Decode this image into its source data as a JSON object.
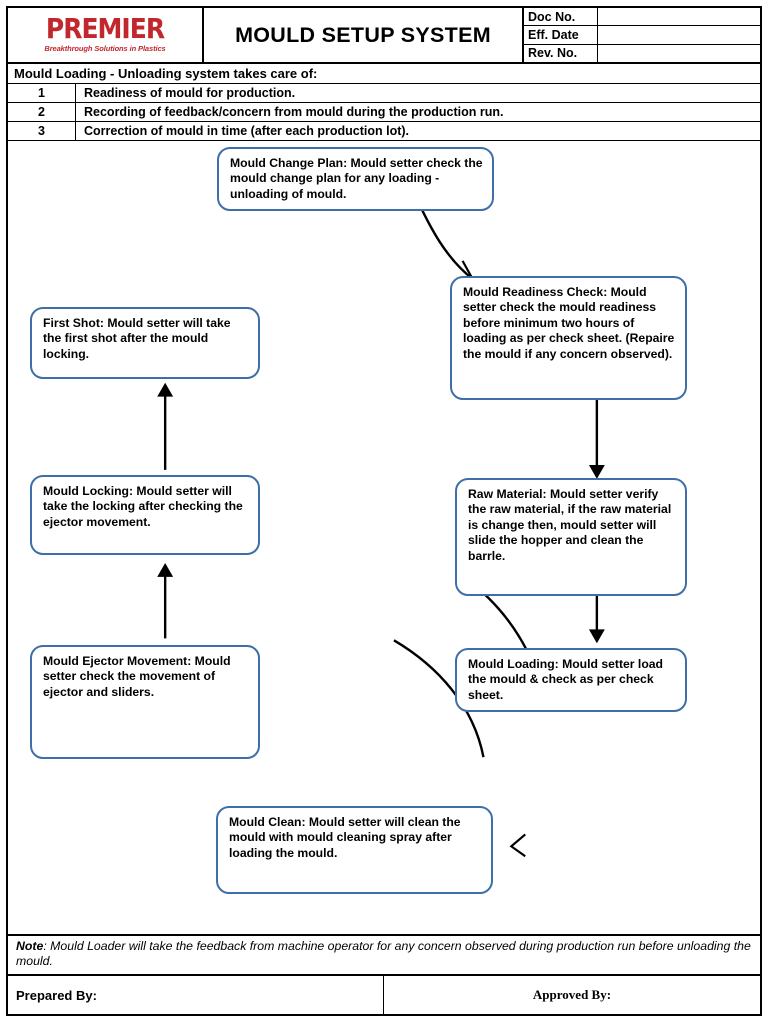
{
  "header": {
    "logo_word": "PREMIER",
    "logo_tagline": "Breakthrough Solutions in Plastics",
    "title": "MOULD SETUP SYSTEM",
    "meta": [
      {
        "label": "Doc No.",
        "value": ""
      },
      {
        "label": "Eff. Date",
        "value": ""
      },
      {
        "label": "Rev. No.",
        "value": ""
      }
    ]
  },
  "intro": {
    "heading": "Mould Loading - Unloading system takes care of:",
    "rows": [
      {
        "num": "1",
        "text": "Readiness of mould for production."
      },
      {
        "num": "2",
        "text": "Recording of feedback/concern from mould during the production run."
      },
      {
        "num": "3",
        "text": "Correction of mould in time (after each production lot)."
      }
    ]
  },
  "flow": {
    "border_color": "#3f6fa8",
    "connector_color": "#000000",
    "nodes": [
      {
        "id": "mould-change-plan",
        "text": "Mould Change Plan: Mould setter check the mould change plan for any loading - unloading of mould."
      },
      {
        "id": "mould-readiness-check",
        "text": "Mould Readiness Check: Mould setter check the mould readiness before minimum two hours of loading as per check sheet. (Repaire the mould if any concern observed)."
      },
      {
        "id": "raw-material",
        "text": "Raw Material: Mould setter verify the raw material, if the raw material is change then, mould setter will slide the hopper and clean the barrle."
      },
      {
        "id": "mould-loading",
        "text": "Mould Loading: Mould setter load the mould & check as per check sheet."
      },
      {
        "id": "mould-clean",
        "text": "Mould Clean: Mould setter will clean the mould with mould cleaning spray after loading the mould."
      },
      {
        "id": "mould-ejector-movement",
        "text": "Mould Ejector Movement: Mould setter check the movement of ejector and sliders."
      },
      {
        "id": "mould-locking",
        "text": "Mould Locking: Mould setter will take the locking after checking the ejector movement."
      },
      {
        "id": "first-shot",
        "text": "First Shot: Mould setter will take the first shot after the mould locking."
      }
    ]
  },
  "footer": {
    "note_label": "Note",
    "note_text": ": Mould Loader will take the feedback from machine operator for any concern observed during production run before unloading the mould.",
    "prepared_by": "Prepared By:",
    "approved_by": "Approved By:"
  }
}
